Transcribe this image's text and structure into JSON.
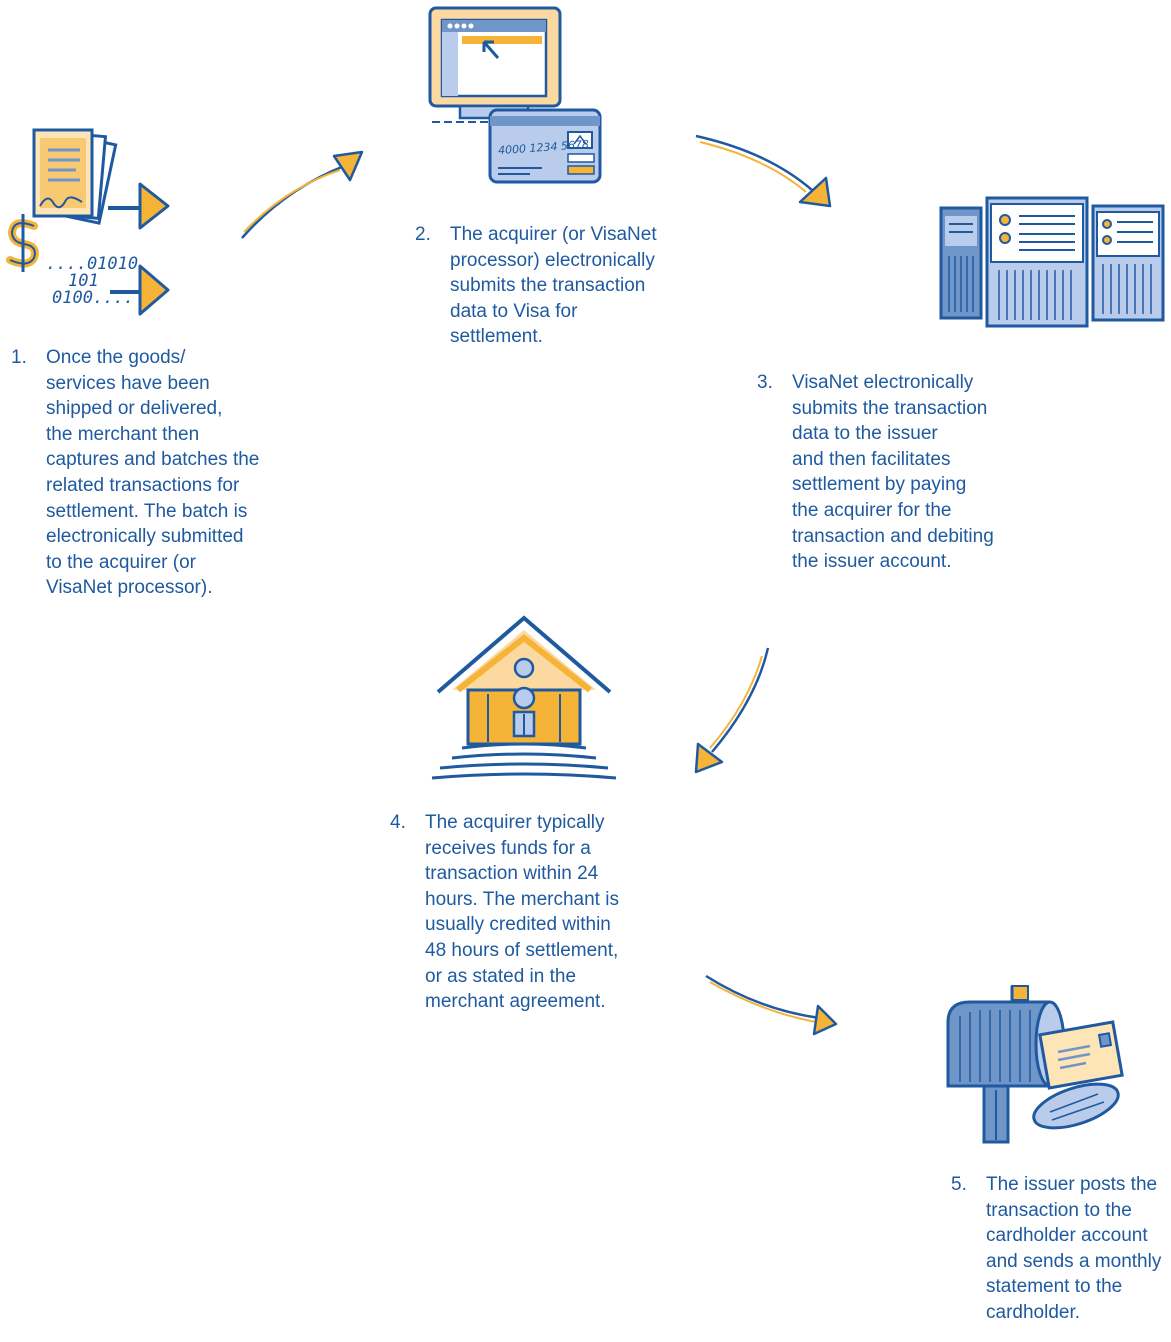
{
  "colors": {
    "blue": "#1f5aa0",
    "light_blue": "#6f95c9",
    "pale_blue": "#b9ccec",
    "orange": "#f5b338",
    "pale_orange": "#fcd9a0",
    "cream": "#fde5b8"
  },
  "card": {
    "number": "4000 1234 5678"
  },
  "binary": {
    "line1": "....01010",
    "line2": "101",
    "line3": "0100...."
  },
  "icons": [
    "documents-icon",
    "dollar-icon",
    "computer-icon",
    "credit-card-icon",
    "server-icon",
    "bank-icon",
    "mailbox-icon"
  ],
  "steps": [
    {
      "number": "1.",
      "text": "Once the goods/\nservices have been\nshipped or delivered,\nthe merchant then\ncaptures and batches the\nrelated transactions for\nsettlement. The batch is\nelectronically submitted\nto the acquirer (or\nVisaNet processor)."
    },
    {
      "number": "2.",
      "text": "The acquirer (or VisaNet\nprocessor) electronically\nsubmits the transaction\ndata to Visa for\nsettlement."
    },
    {
      "number": "3.",
      "text": "VisaNet electronically\nsubmits the transaction\ndata to the issuer\nand then facilitates\nsettlement by paying\nthe acquirer for the\ntransaction and debiting\nthe issuer account."
    },
    {
      "number": "4.",
      "text": "The acquirer typically\nreceives funds for a\ntransaction within 24\nhours. The merchant is\nusually credited within\n48 hours of settlement,\nor as stated in the\nmerchant agreement."
    },
    {
      "number": "5.",
      "text": "The issuer posts the\ntransaction to the\ncardholder account\nand sends a monthly\nstatement to the\ncardholder."
    }
  ]
}
